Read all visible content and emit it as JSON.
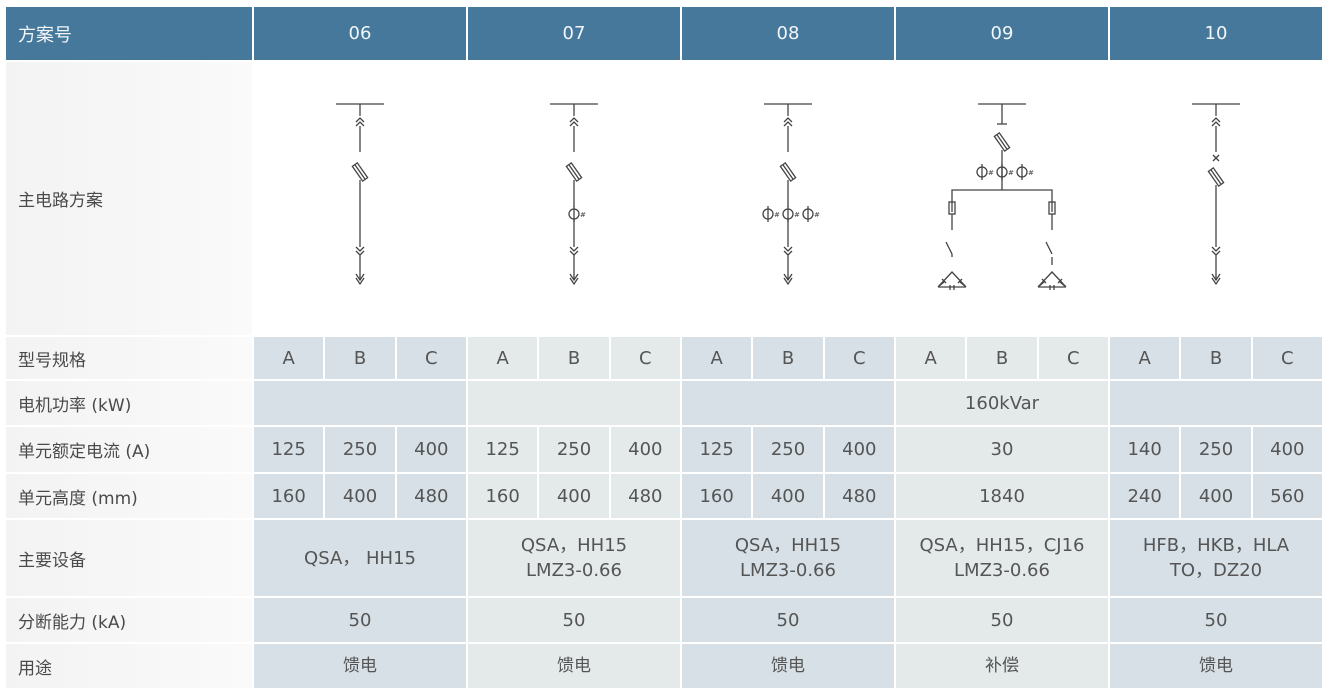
{
  "header": {
    "label": "方案号",
    "schemes": [
      "06",
      "07",
      "08",
      "09",
      "10"
    ]
  },
  "row_labels": {
    "diagram": "主电路方案",
    "model": "型号规格",
    "power": "电机功率 (kW)",
    "current": "单元额定电流 (A)",
    "height": "单元高度 (mm)",
    "equipment": "主要设备",
    "breaking": "分断能力 (kA)",
    "usage": "用途"
  },
  "columns": [
    {
      "model": [
        "A",
        "B",
        "C"
      ],
      "power": "",
      "current": [
        "125",
        "250",
        "400"
      ],
      "height": [
        "160",
        "400",
        "480"
      ],
      "equipment": [
        "QSA， HH15"
      ],
      "breaking": "50",
      "usage": "馈电"
    },
    {
      "model": [
        "A",
        "B",
        "C"
      ],
      "power": "",
      "current": [
        "125",
        "250",
        "400"
      ],
      "height": [
        "160",
        "400",
        "480"
      ],
      "equipment": [
        "QSA，HH15",
        "LMZ3-0.66"
      ],
      "breaking": "50",
      "usage": "馈电"
    },
    {
      "model": [
        "A",
        "B",
        "C"
      ],
      "power": "",
      "current": [
        "125",
        "250",
        "400"
      ],
      "height": [
        "160",
        "400",
        "480"
      ],
      "equipment": [
        "QSA，HH15",
        "LMZ3-0.66"
      ],
      "breaking": "50",
      "usage": "馈电"
    },
    {
      "model": [
        "A",
        "B",
        "C"
      ],
      "power": "160kVar",
      "current": [
        "30"
      ],
      "height": [
        "1840"
      ],
      "equipment": [
        "QSA，HH15，CJ16",
        "LMZ3-0.66"
      ],
      "breaking": "50",
      "usage": "补偿"
    },
    {
      "model": [
        "A",
        "B",
        "C"
      ],
      "power": "",
      "current": [
        "140",
        "250",
        "400"
      ],
      "height": [
        "240",
        "400",
        "560"
      ],
      "equipment": [
        "HFB，HKB，HLA",
        "TO，DZ20"
      ],
      "breaking": "50",
      "usage": "馈电"
    }
  ],
  "colors": {
    "header": "#46789c",
    "band_dark": "#d6e0e6",
    "band_light": "#e4eaea"
  }
}
